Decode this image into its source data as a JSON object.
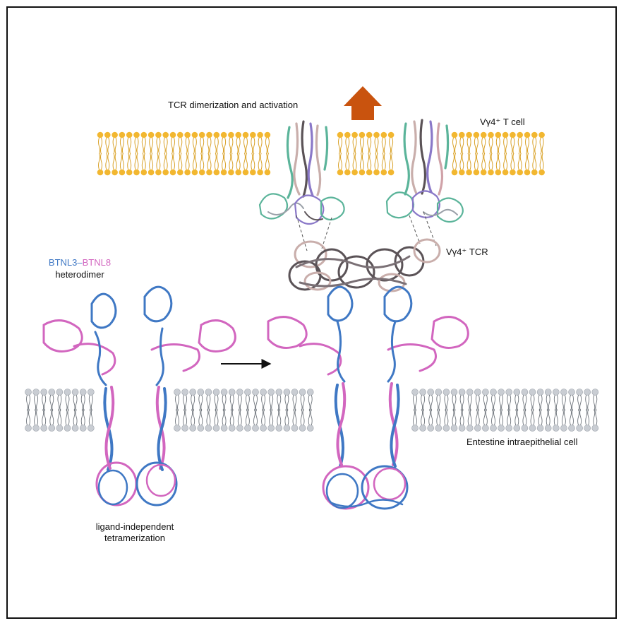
{
  "labels": {
    "tcr_activation": "TCR dimerization and activation",
    "t_cell": "Vγ4⁺ T cell",
    "tcr": "Vγ4⁺ TCR",
    "btnl3": "BTNL3",
    "dash": "–",
    "btnl8": "BTNL8",
    "heterodimer": "heterodimer",
    "entestine": "Entestine intraepithelial cell",
    "tetramer_line1": "ligand-independent",
    "tetramer_line2": "tetramerization"
  },
  "colors": {
    "btnl3": "#3f78c4",
    "btnl8": "#d266bf",
    "tcell_membrane": "#f2b730",
    "epithelial_membrane": "#c9cdd3",
    "tcr_dark": "#5b5357",
    "tcr_light": "#c9aeab",
    "tcell_green": "#5bb49a",
    "tcell_purple": "#8a78c8",
    "arrow_up": "#c9530e",
    "arrow_right": "#111111"
  }
}
